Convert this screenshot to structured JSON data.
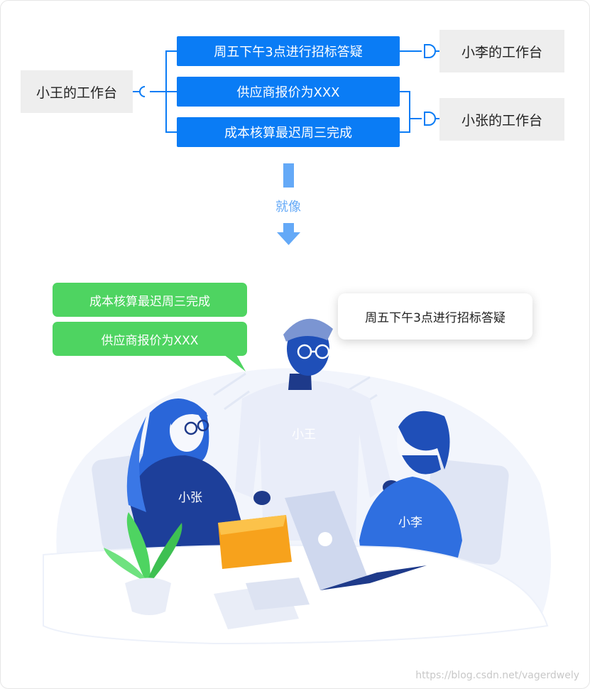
{
  "diagram": {
    "wang_workbench": "小王的工作台",
    "li_workbench": "小李的工作台",
    "zhang_workbench": "小张的工作台",
    "messages": [
      "周五下午3点进行招标答疑",
      "供应商报价为XXX",
      "成本核算最迟周三完成"
    ],
    "transition_label": "就像"
  },
  "illustration": {
    "bubbles_green": [
      "成本核算最迟周三完成",
      "供应商报价为XXX"
    ],
    "bubble_white": "周五下午3点进行招标答疑",
    "person_wang": "小王",
    "person_zhang": "小张",
    "person_li": "小李"
  },
  "colors": {
    "message_blue": "#0a7cf5",
    "workbench_gray": "#eeeeee",
    "arrow_blue": "#64a9f7",
    "bubble_green": "#4ed461",
    "figure_blue": "#2358c9"
  },
  "watermark": "https://blog.csdn.net/vagerdwely"
}
